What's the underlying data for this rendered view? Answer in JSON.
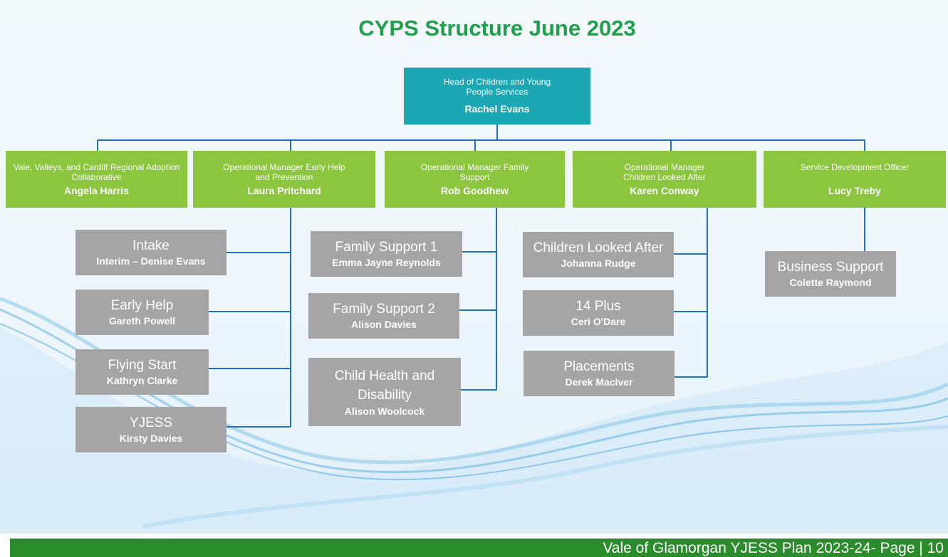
{
  "title": "CYPS Structure June 2023",
  "head": {
    "role": "Head of Children and Young People Services",
    "name": "Rachel Evans"
  },
  "managers": [
    {
      "role": "Vale, Valleys, and Cardiff Regional Adoption Collaborative",
      "name": "Angela Harris"
    },
    {
      "role": "Operational Manager Early Help and Prevention",
      "name": "Laura Pritchard"
    },
    {
      "role": "Operational Manager Family Support",
      "name": "Rob Goodhew"
    },
    {
      "role": "Operational Manager Children Looked After",
      "name": "Karen Conway"
    },
    {
      "role": "Service Development Officer",
      "name": "Lucy Treby"
    }
  ],
  "teams_early_help": [
    {
      "name": "Intake",
      "person": "Interim – Denise Evans"
    },
    {
      "name": "Early Help",
      "person": "Gareth Powell"
    },
    {
      "name": "Flying Start",
      "person": "Kathryn Clarke"
    },
    {
      "name": "YJESS",
      "person": "Kirsty Davies"
    }
  ],
  "teams_family_support": [
    {
      "name": "Family Support 1",
      "person": "Emma Jayne Reynolds"
    },
    {
      "name": "Family Support 2",
      "person": "Alison Davies"
    },
    {
      "name": "Child Health and Disability",
      "person": "Alison Woolcock"
    }
  ],
  "teams_looked_after": [
    {
      "name": "Children Looked After",
      "person": "Johanna Rudge"
    },
    {
      "name": "14 Plus",
      "person": "Ceri O'Dare"
    },
    {
      "name": "Placements",
      "person": "Derek MacIver"
    }
  ],
  "teams_development": [
    {
      "name": "Business Support",
      "person": "Colette Raymond"
    }
  ],
  "footer": "Vale of Glamorgan YJESS Plan 2023-24- Page | 10",
  "colors": {
    "title": "#1fa04a",
    "head_box": "#1ba7b3",
    "manager_box": "#8cc63f",
    "team_box": "#a5a5a5",
    "connector": "#1f6fc5",
    "footer_bar": "#2a8c2a"
  }
}
